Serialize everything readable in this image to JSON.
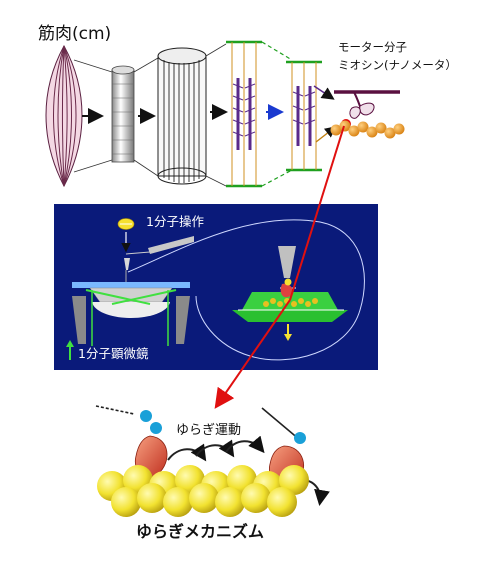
{
  "labels": {
    "muscle": "筋肉(cm)",
    "motor_line1": "モーター分子",
    "motor_line2": "ミオシン(ナノメータ）",
    "single_molecule_manipulation": "1分子操作",
    "single_molecule_microscope": "1分子顕微鏡",
    "fluctuation_motion": "ゆらぎ運動",
    "mechanism_title": "ゆらぎメカニズム"
  },
  "colors": {
    "panel_background": "#0a1a7a",
    "connector_arrow": "#e01010",
    "actin_bead": "#f0e020",
    "myosin_head": "#e05030",
    "myosin_neck": "#1aa0d8"
  }
}
